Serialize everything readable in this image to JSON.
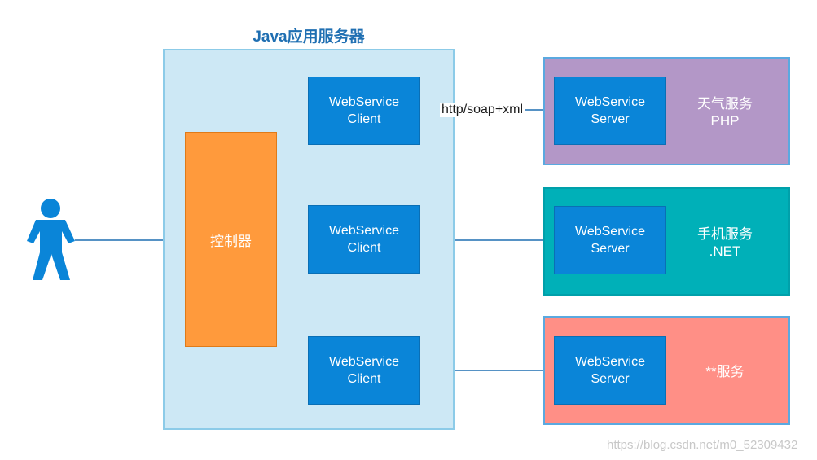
{
  "title": "Java应用服务器",
  "controller": "控制器",
  "clients": [
    {
      "line1": "WebService",
      "line2": "Client"
    },
    {
      "line1": "WebService",
      "line2": "Client"
    },
    {
      "line1": "WebService",
      "line2": "Client"
    }
  ],
  "servers": [
    {
      "line1": "WebService",
      "line2": "Server"
    },
    {
      "line1": "WebService",
      "line2": "Server"
    },
    {
      "line1": "WebService",
      "line2": "Server"
    }
  ],
  "services": [
    {
      "line1": "天气服务",
      "line2": "PHP"
    },
    {
      "line1": "手机服务",
      "line2": ".NET"
    },
    {
      "line1": "**服务",
      "line2": ""
    }
  ],
  "protocol_label": "http/soap+xml",
  "watermark": "https://blog.csdn.net/m0_52309432",
  "colors": {
    "java_box": "#cde8f5",
    "controller": "#ff9a3c",
    "webservice_box": "#0a85d8",
    "php_service": "#b397c7",
    "net_service": "#00b0b8",
    "other_service": "#ff8f86",
    "user_figure": "#0a85d8"
  },
  "icons": [
    "user-icon",
    "mouse-cursor-icon"
  ]
}
